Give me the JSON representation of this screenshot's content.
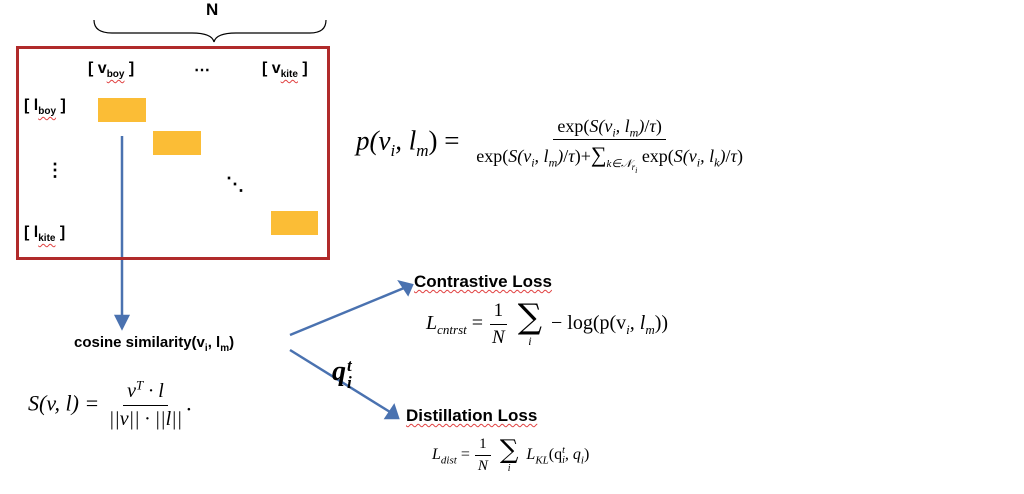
{
  "brace_label": "N",
  "matrix": {
    "col_header_first": {
      "letter": "v",
      "sub": "boy"
    },
    "col_header_dots": "⋯",
    "col_header_last": {
      "letter": "v",
      "sub": "kite"
    },
    "row_header_first": {
      "letter": "l",
      "sub": "boy"
    },
    "row_header_dots": "⋮",
    "row_header_last": {
      "letter": "l",
      "sub": "kite"
    },
    "diag_dots": "⋱",
    "block_color": "#fbbd36",
    "border_color": "#b02a2a"
  },
  "arrow_color": "#4a72b0",
  "cosine": {
    "label": "cosine similarity(v",
    "sub_i": "i",
    "sep": ", l",
    "sub_m": "m",
    "close": ")"
  },
  "cos_formula": {
    "lhs": "S(v, l) = ",
    "num": "v",
    "num_sup": "T",
    "num_rest": " · l",
    "den": "||v|| · ||l||",
    "tail": "."
  },
  "prob_formula": {
    "lhs": "p(v",
    "lhs_sub": "i",
    "lhs_mid": ", l",
    "lhs_sub2": "m",
    "lhs_end": ") =",
    "num": "exp(S(v_i, l_m)/τ)",
    "den": "exp(S(v_i, l_m)/τ)+Σ_{k∈N_{r_i}} exp(S(v_i, l_k)/τ)"
  },
  "contrastive": {
    "title": "Contrastive Loss",
    "lhs": "L",
    "lhs_sub": "cntrst",
    "eq": " = ",
    "frac_num": "1",
    "frac_den": "N",
    "sum_lim": "i",
    "rhs": "− log(p(v",
    "rhs_sub": "i",
    "rhs_mid": ", l",
    "rhs_sub2": "m",
    "rhs_end": "))"
  },
  "q_label": {
    "letter": "q",
    "sub": "i",
    "sup": "t"
  },
  "distillation": {
    "title": "Distillation Loss",
    "lhs": "L",
    "lhs_sub": "dist",
    "eq": " = ",
    "frac_num": "1",
    "frac_den": "N",
    "sum_lim": "i",
    "rhs": "L",
    "rhs_sub": "KL",
    "rhs_args": "(q",
    "rhs_args_sub": "i",
    "rhs_args_sup": "t",
    "rhs_args_end": ", q",
    "rhs_args_sub2": "i",
    "rhs_close": ")"
  }
}
